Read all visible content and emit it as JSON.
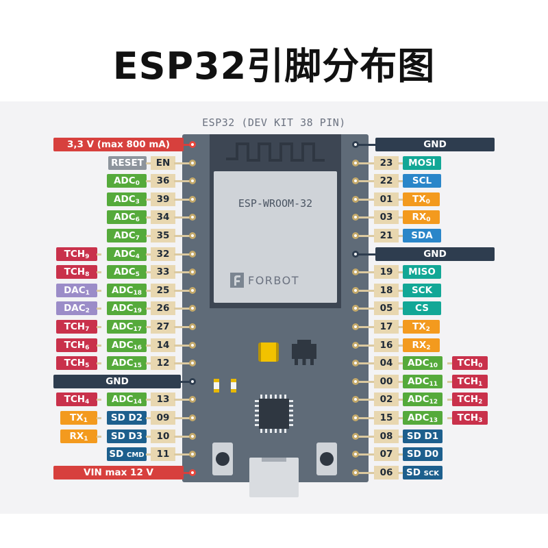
{
  "title": "ESP32引脚分布图",
  "subtitle": "ESP32 (DEV KIT 38 PIN)",
  "module_label": "ESP-WROOM-32",
  "brand": "FORBOT",
  "colors": {
    "adc": "#55aa3b",
    "touch": "#c9314b",
    "dac": "#9b8cc8",
    "uart": "#f39a1e",
    "sd": "#1d5f8d",
    "spi": "#12a796",
    "i2c": "#2a86c9",
    "power": "#d7403d",
    "ground": "#2e3d4f",
    "reset": "#8d949c",
    "gpio_number": "#e8d7b0"
  },
  "left_pins": [
    {
      "kind": "bar",
      "text": "3,3 V (max 800 mA)",
      "style": "red"
    },
    {
      "num": "EN",
      "labels": [
        {
          "text": "RESET",
          "type": "gray"
        }
      ]
    },
    {
      "num": "36",
      "labels": [
        {
          "text": "ADC",
          "sub": "0",
          "type": "adc"
        }
      ]
    },
    {
      "num": "39",
      "labels": [
        {
          "text": "ADC",
          "sub": "3",
          "type": "adc"
        }
      ]
    },
    {
      "num": "34",
      "labels": [
        {
          "text": "ADC",
          "sub": "6",
          "type": "adc"
        }
      ]
    },
    {
      "num": "35",
      "labels": [
        {
          "text": "ADC",
          "sub": "7",
          "type": "adc"
        }
      ]
    },
    {
      "num": "32",
      "labels": [
        {
          "text": "ADC",
          "sub": "4",
          "type": "adc"
        },
        {
          "text": "TCH",
          "sub": "9",
          "type": "tch"
        }
      ]
    },
    {
      "num": "33",
      "labels": [
        {
          "text": "ADC",
          "sub": "5",
          "type": "adc"
        },
        {
          "text": "TCH",
          "sub": "8",
          "type": "tch"
        }
      ]
    },
    {
      "num": "25",
      "labels": [
        {
          "text": "ADC",
          "sub": "18",
          "type": "adc"
        },
        {
          "text": "DAC",
          "sub": "1",
          "type": "dac"
        }
      ]
    },
    {
      "num": "26",
      "labels": [
        {
          "text": "ADC",
          "sub": "19",
          "type": "adc"
        },
        {
          "text": "DAC",
          "sub": "2",
          "type": "dac"
        }
      ]
    },
    {
      "num": "27",
      "labels": [
        {
          "text": "ADC",
          "sub": "17",
          "type": "adc"
        },
        {
          "text": "TCH",
          "sub": "7",
          "type": "tch"
        }
      ]
    },
    {
      "num": "14",
      "labels": [
        {
          "text": "ADC",
          "sub": "16",
          "type": "adc"
        },
        {
          "text": "TCH",
          "sub": "6",
          "type": "tch"
        }
      ]
    },
    {
      "num": "12",
      "labels": [
        {
          "text": "ADC",
          "sub": "15",
          "type": "adc"
        },
        {
          "text": "TCH",
          "sub": "5",
          "type": "tch"
        }
      ]
    },
    {
      "kind": "bar",
      "text": "GND",
      "style": "dark"
    },
    {
      "num": "13",
      "labels": [
        {
          "text": "ADC",
          "sub": "14",
          "type": "adc"
        },
        {
          "text": "TCH",
          "sub": "4",
          "type": "tch"
        }
      ]
    },
    {
      "num": "09",
      "labels": [
        {
          "text": "SD D2",
          "type": "sd"
        },
        {
          "text": "TX",
          "sub": "1",
          "type": "uart"
        }
      ]
    },
    {
      "num": "10",
      "labels": [
        {
          "text": "SD D3",
          "type": "sd"
        },
        {
          "text": "RX",
          "sub": "1",
          "type": "uart"
        }
      ]
    },
    {
      "num": "11",
      "labels": [
        {
          "text": "SD",
          "small": "CMD",
          "type": "sd"
        }
      ]
    },
    {
      "kind": "bar",
      "text": "VIN max 12 V",
      "style": "red"
    }
  ],
  "right_pins": [
    {
      "kind": "bar",
      "text": "GND",
      "style": "dark"
    },
    {
      "num": "23",
      "labels": [
        {
          "text": "MOSI",
          "type": "spi"
        }
      ]
    },
    {
      "num": "22",
      "labels": [
        {
          "text": "SCL",
          "type": "i2c"
        }
      ]
    },
    {
      "num": "01",
      "labels": [
        {
          "text": "TX",
          "sub": "0",
          "type": "uart"
        }
      ]
    },
    {
      "num": "03",
      "labels": [
        {
          "text": "RX",
          "sub": "0",
          "type": "uart"
        }
      ]
    },
    {
      "num": "21",
      "labels": [
        {
          "text": "SDA",
          "type": "i2c"
        }
      ]
    },
    {
      "kind": "bar",
      "text": "GND",
      "style": "dark"
    },
    {
      "num": "19",
      "labels": [
        {
          "text": "MISO",
          "type": "spi"
        }
      ]
    },
    {
      "num": "18",
      "labels": [
        {
          "text": "SCK",
          "type": "spi"
        }
      ]
    },
    {
      "num": "05",
      "labels": [
        {
          "text": "CS",
          "type": "spi"
        }
      ]
    },
    {
      "num": "17",
      "labels": [
        {
          "text": "TX",
          "sub": "2",
          "type": "uart"
        }
      ]
    },
    {
      "num": "16",
      "labels": [
        {
          "text": "RX",
          "sub": "2",
          "type": "uart"
        }
      ]
    },
    {
      "num": "04",
      "labels": [
        {
          "text": "ADC",
          "sub": "10",
          "type": "adc"
        },
        {
          "text": "TCH",
          "sub": "0",
          "type": "tch"
        }
      ]
    },
    {
      "num": "00",
      "labels": [
        {
          "text": "ADC",
          "sub": "11",
          "type": "adc"
        },
        {
          "text": "TCH",
          "sub": "1",
          "type": "tch"
        }
      ]
    },
    {
      "num": "02",
      "labels": [
        {
          "text": "ADC",
          "sub": "12",
          "type": "adc"
        },
        {
          "text": "TCH",
          "sub": "2",
          "type": "tch"
        }
      ]
    },
    {
      "num": "15",
      "labels": [
        {
          "text": "ADC",
          "sub": "13",
          "type": "adc"
        },
        {
          "text": "TCH",
          "sub": "3",
          "type": "tch"
        }
      ]
    },
    {
      "num": "08",
      "labels": [
        {
          "text": "SD D1",
          "type": "sd"
        }
      ]
    },
    {
      "num": "07",
      "labels": [
        {
          "text": "SD D0",
          "type": "sd"
        }
      ]
    },
    {
      "num": "06",
      "labels": [
        {
          "text": "SD",
          "small": "SCK",
          "type": "sd"
        }
      ]
    }
  ]
}
